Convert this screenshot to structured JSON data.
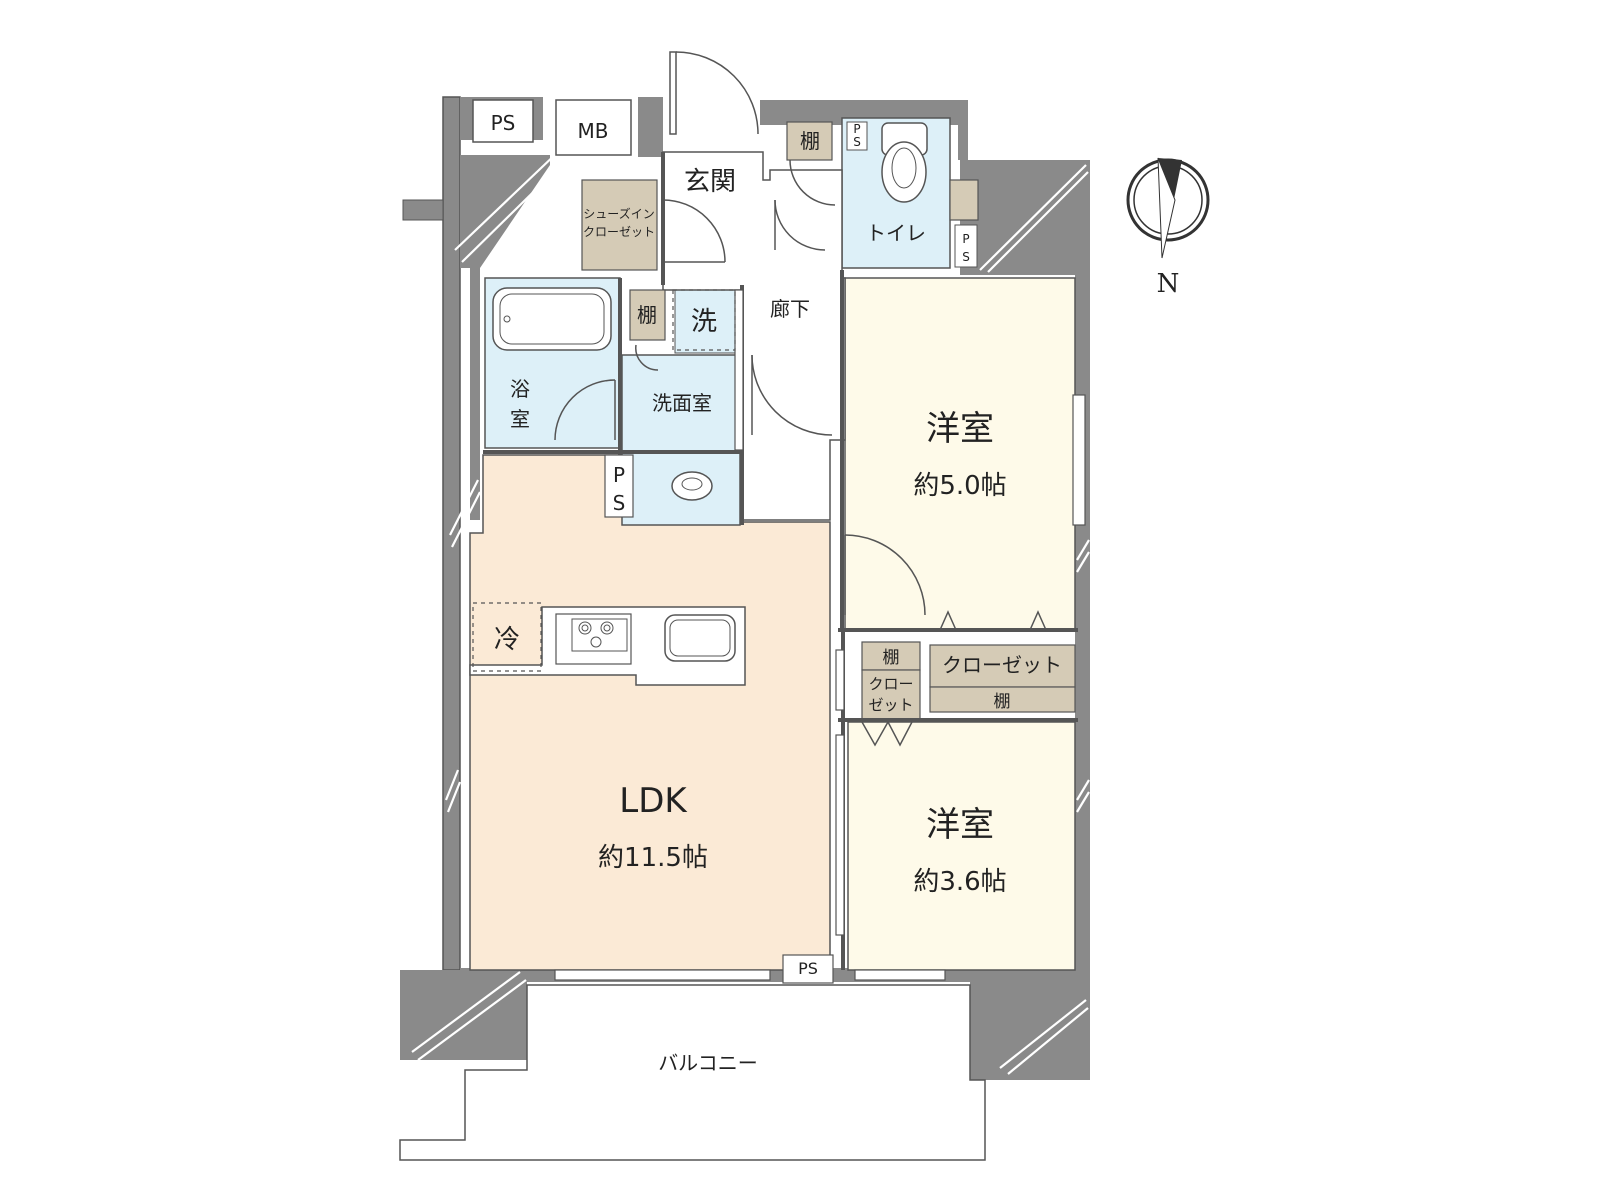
{
  "floor_plan": {
    "rooms": {
      "ldk": {
        "name": "LDK",
        "size": "約11.5帖"
      },
      "western_1": {
        "name": "洋室",
        "size": "約5.0帖"
      },
      "western_2": {
        "name": "洋室",
        "size": "約3.6帖"
      },
      "entrance": "玄関",
      "corridor": "廊下",
      "toilet": "トイレ",
      "washroom": "洗面室",
      "bath_line1": "浴",
      "bath_line2": "室",
      "balcony": "バルコニー"
    },
    "fixtures": {
      "ps": "PS",
      "ps_vertical_top": "P",
      "ps_vertical_bottom": "S",
      "mb": "MB",
      "shelf": "棚",
      "washer": "洗",
      "fridge": "冷",
      "shoe_closet_line1": "シューズイン",
      "shoe_closet_line2": "クローゼット",
      "closet": "クローゼット",
      "small_closet_line1": "クロー",
      "small_closet_line2": "ゼット"
    },
    "compass": {
      "label": "N"
    },
    "colors": {
      "wall": "#8a8a8a",
      "ldk_floor": "#fbead6",
      "western_floor": "#fefae9",
      "wet_area": "#ddf0f8",
      "storage": "#d5cbb6"
    }
  }
}
